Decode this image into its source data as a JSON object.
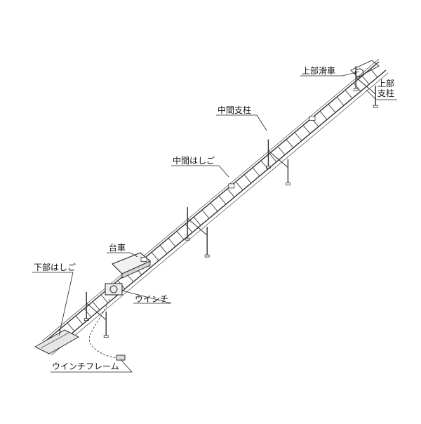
{
  "diagram": {
    "labels": {
      "upper_pulley": "上部滑車",
      "upper_post_line1": "上部",
      "upper_post_line2": "支柱",
      "middle_post": "中間支柱",
      "middle_ladder": "中間はしご",
      "carriage": "台車",
      "lower_ladder": "下部はしご",
      "winch": "ウインチ",
      "winch_frame": "ウインチフレーム"
    }
  }
}
